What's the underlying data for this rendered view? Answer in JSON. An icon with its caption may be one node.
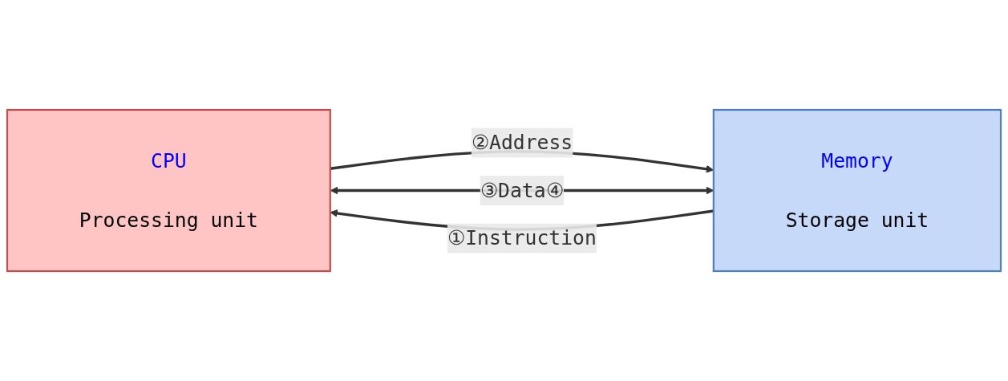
{
  "diagram": {
    "nodes": [
      {
        "text": [
          "CPU",
          "Processing unit"
        ]
      },
      {
        "text": [
          "Memory",
          "Storage unit"
        ]
      }
    ],
    "edges": [
      {
        "from": 0,
        "to": 1,
        "arrow": "to",
        "label": "②Address"
      },
      {
        "from": 0,
        "to": 1,
        "arrow": "both",
        "label": "③Data④"
      },
      {
        "from": 1,
        "to": 0,
        "arrow": "to",
        "label": "①Instruction"
      }
    ]
  }
}
